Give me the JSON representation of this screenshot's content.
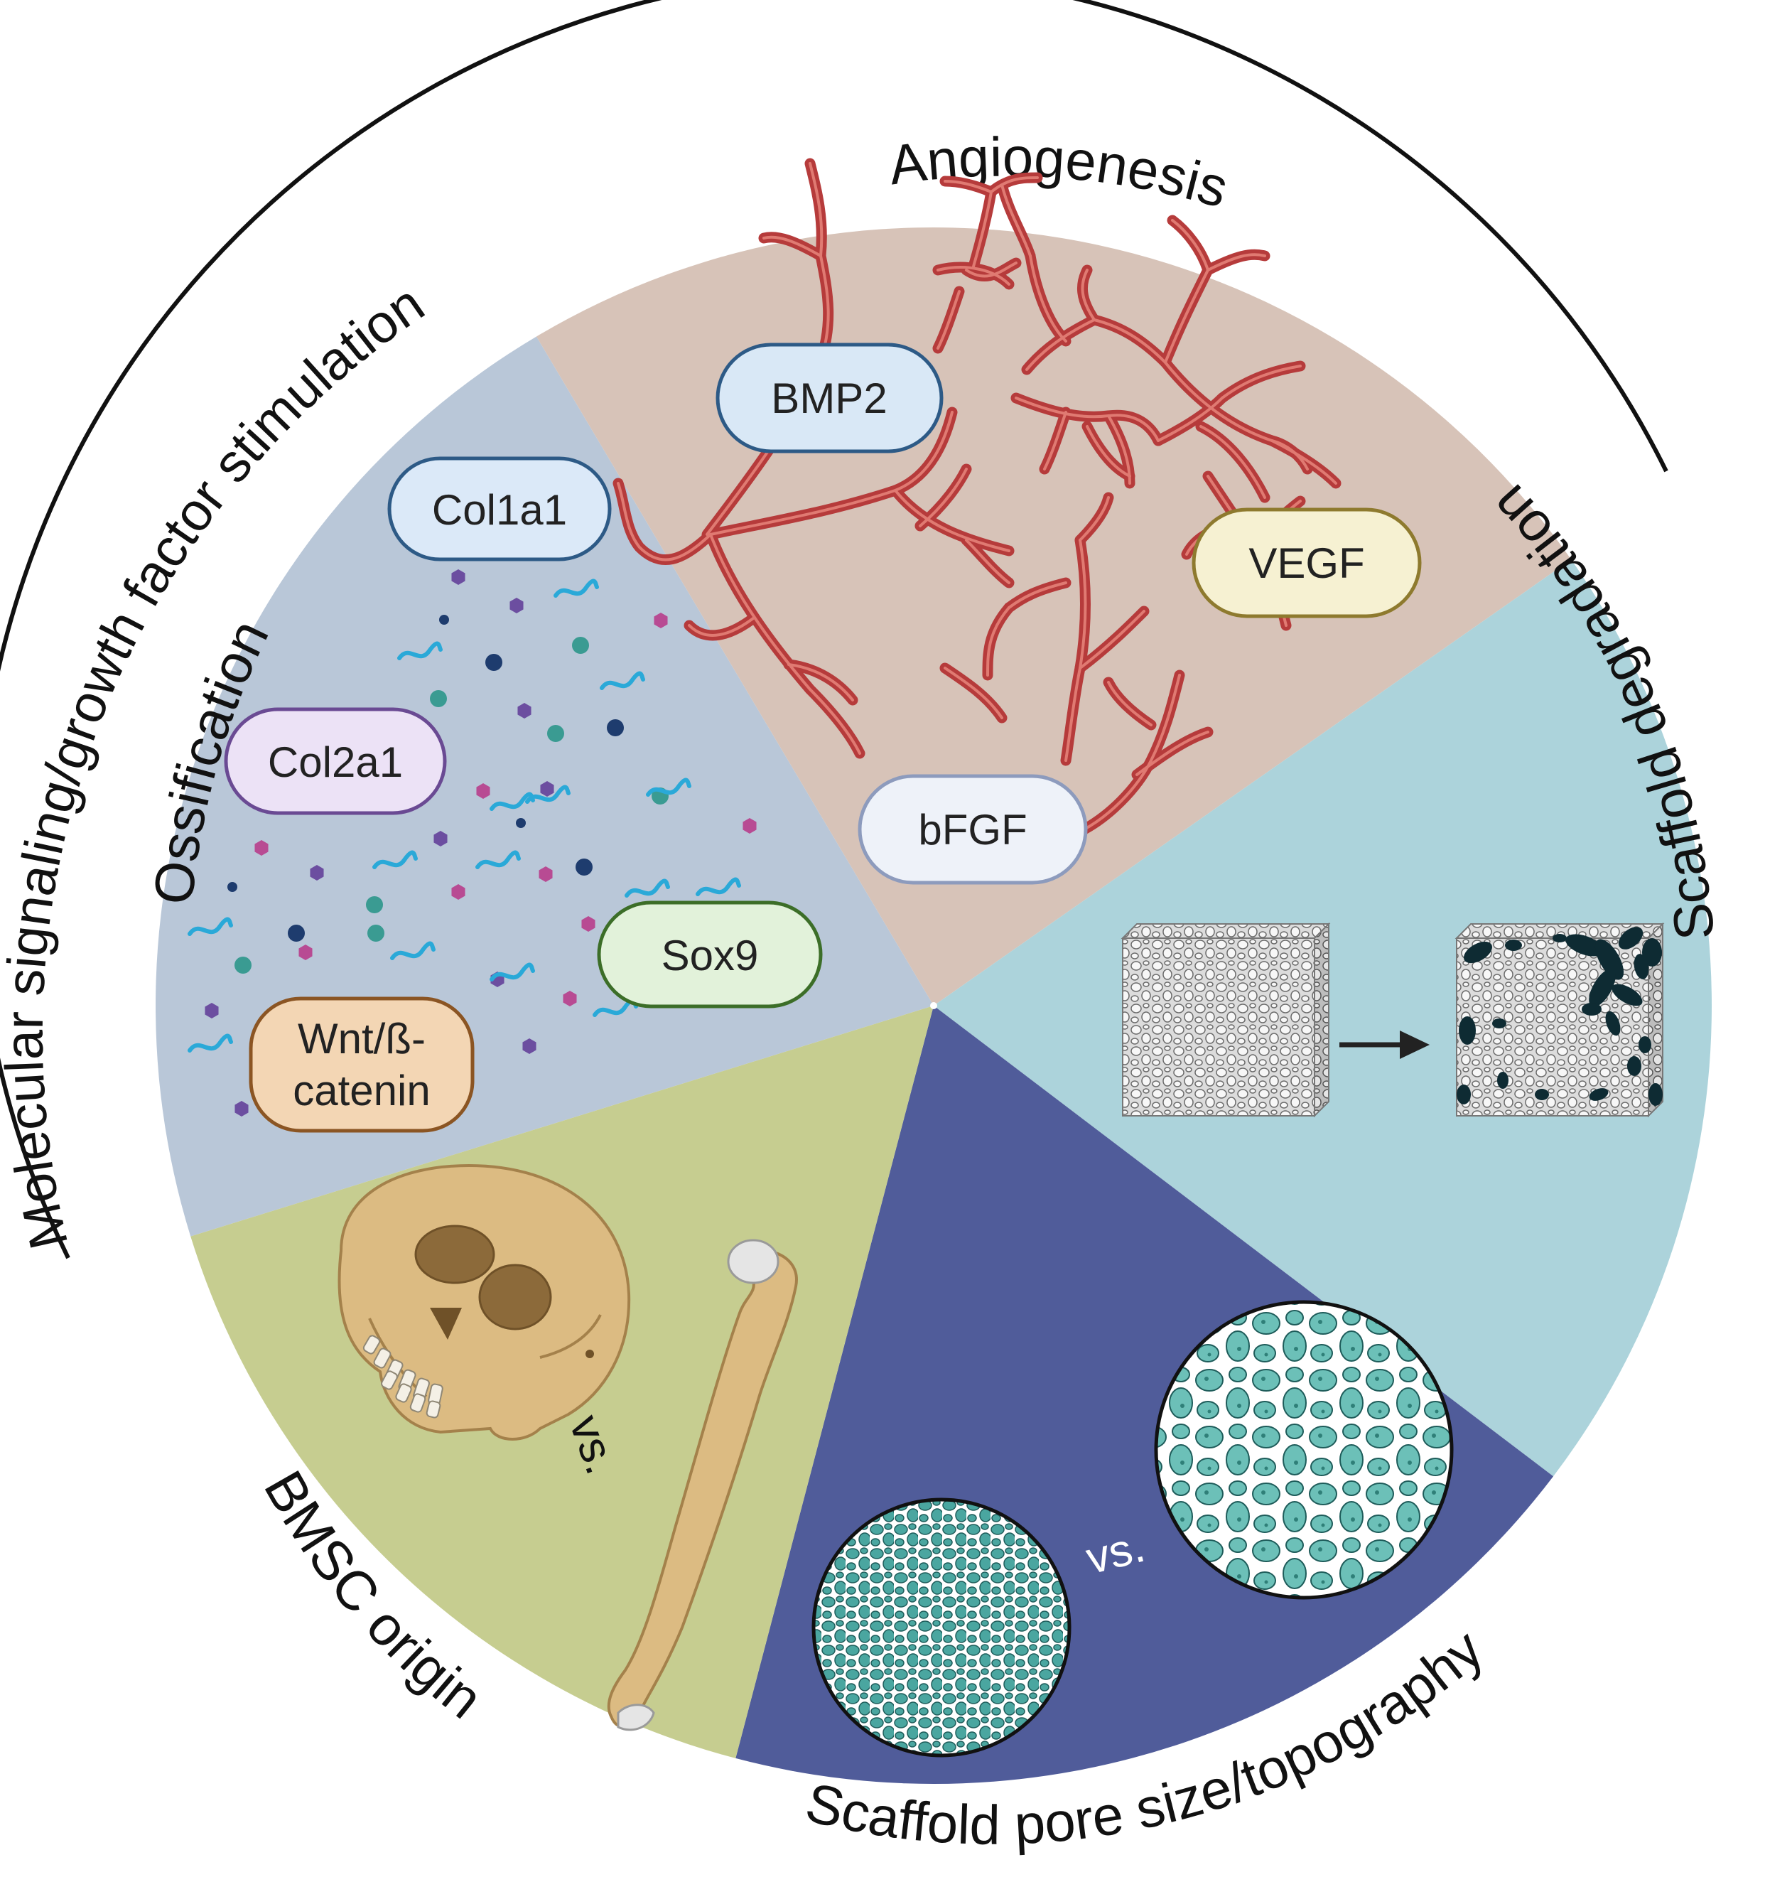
{
  "outer_arc_label": "Molecular signaling/growth factor stimulation",
  "sectors": [
    {
      "id": "ossification",
      "label": "Ossification",
      "color": "#b9c7d8"
    },
    {
      "id": "angiogenesis",
      "label": "Angiogenesis",
      "color": "#d7c3b8"
    },
    {
      "id": "scaffold-degradation",
      "label": "Scaffold degradation",
      "color": "#acd3db"
    },
    {
      "id": "scaffold-pore",
      "label": "Scaffold pore size/topography",
      "color": "#505c9a"
    },
    {
      "id": "bmsc-origin",
      "label": "BMSC origin",
      "color": "#c6cd90"
    }
  ],
  "labels": {
    "col1a1": "Col1a1",
    "col2a1": "Col2a1",
    "sox9": "Sox9",
    "wnt_line1": "Wnt/ß-",
    "wnt_line2": "catenin",
    "bmp2": "BMP2",
    "vegf": "VEGF",
    "bfgf": "bFGF",
    "vs_bone": "vs.",
    "vs_pore": "vs."
  },
  "pill_colors": {
    "col1a1": {
      "fill": "#dbe9f8",
      "stroke": "#2d5a86"
    },
    "col2a1": {
      "fill": "#ece2f6",
      "stroke": "#6a4a93"
    },
    "sox9": {
      "fill": "#e2f2da",
      "stroke": "#3c6e28"
    },
    "wnt": {
      "fill": "#f3d6b4",
      "stroke": "#8b5523"
    },
    "bmp2": {
      "fill": "#d9e8f6",
      "stroke": "#2d5a86"
    },
    "vegf": {
      "fill": "#f6f1d2",
      "stroke": "#8e7a2e"
    },
    "bfgf": {
      "fill": "#eef2f9",
      "stroke": "#8d9bbd"
    }
  },
  "vessel_color": "#b63b3b"
}
